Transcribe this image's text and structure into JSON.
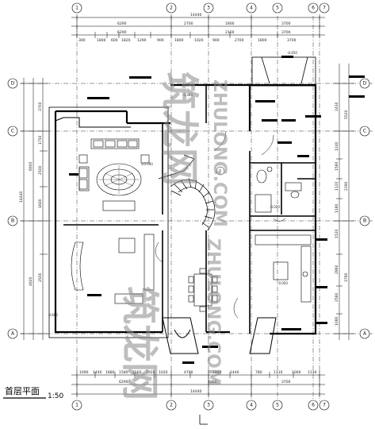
{
  "drawing": {
    "title": "首层平面",
    "scale": "1:50"
  },
  "axes": {
    "top": [
      "1",
      "2",
      "3",
      "4",
      "5",
      "6",
      "7"
    ],
    "bottom": [
      "1",
      "2",
      "3",
      "4",
      "5",
      "6",
      "7"
    ],
    "left": [
      "D",
      "C",
      "B",
      "A"
    ],
    "right": [
      "D",
      "C",
      "B",
      "A"
    ]
  },
  "dimensions": {
    "top_total": "14440",
    "top_row1": [
      "6290",
      "2700",
      "1800",
      "3700"
    ],
    "top_row2": [
      "6290",
      "2160",
      "3700"
    ],
    "top_row3": [
      "300",
      "1800",
      "600",
      "1820",
      "1290",
      "900",
      "1800",
      "1020",
      "900",
      "2700",
      "1800",
      "3700"
    ],
    "bottom_total": "14440",
    "bottom_row1": [
      "1090",
      "1440",
      "1880",
      "1580",
      "1560",
      "1020",
      "1020",
      "4700",
      "1880",
      "1440",
      "780",
      "1110",
      "1000",
      "1130"
    ],
    "bottom_row2": [
      "6290",
      "4260",
      "3700"
    ],
    "left_total": "14440",
    "left_row1": [
      "3700",
      "1750",
      "2500",
      "1600",
      "2500"
    ],
    "left_row2": [
      "6900",
      "4920"
    ],
    "right_row1": [
      "2430",
      "1240",
      "1560",
      "1120",
      "1180",
      "1520",
      "2860",
      "2580",
      "1080"
    ],
    "right_row2": [
      "5520",
      "2390",
      "3780"
    ]
  },
  "levels": [
    "-0.300",
    "-0.450",
    "±0.000",
    "-0.020",
    "-0.050",
    "-0.600"
  ],
  "watermark": {
    "cn": "筑龙网",
    "en": "ZHULONG.COM"
  },
  "colors": {
    "line": "#000000",
    "watermark": "#8a8a8a",
    "background": "#ffffff"
  }
}
